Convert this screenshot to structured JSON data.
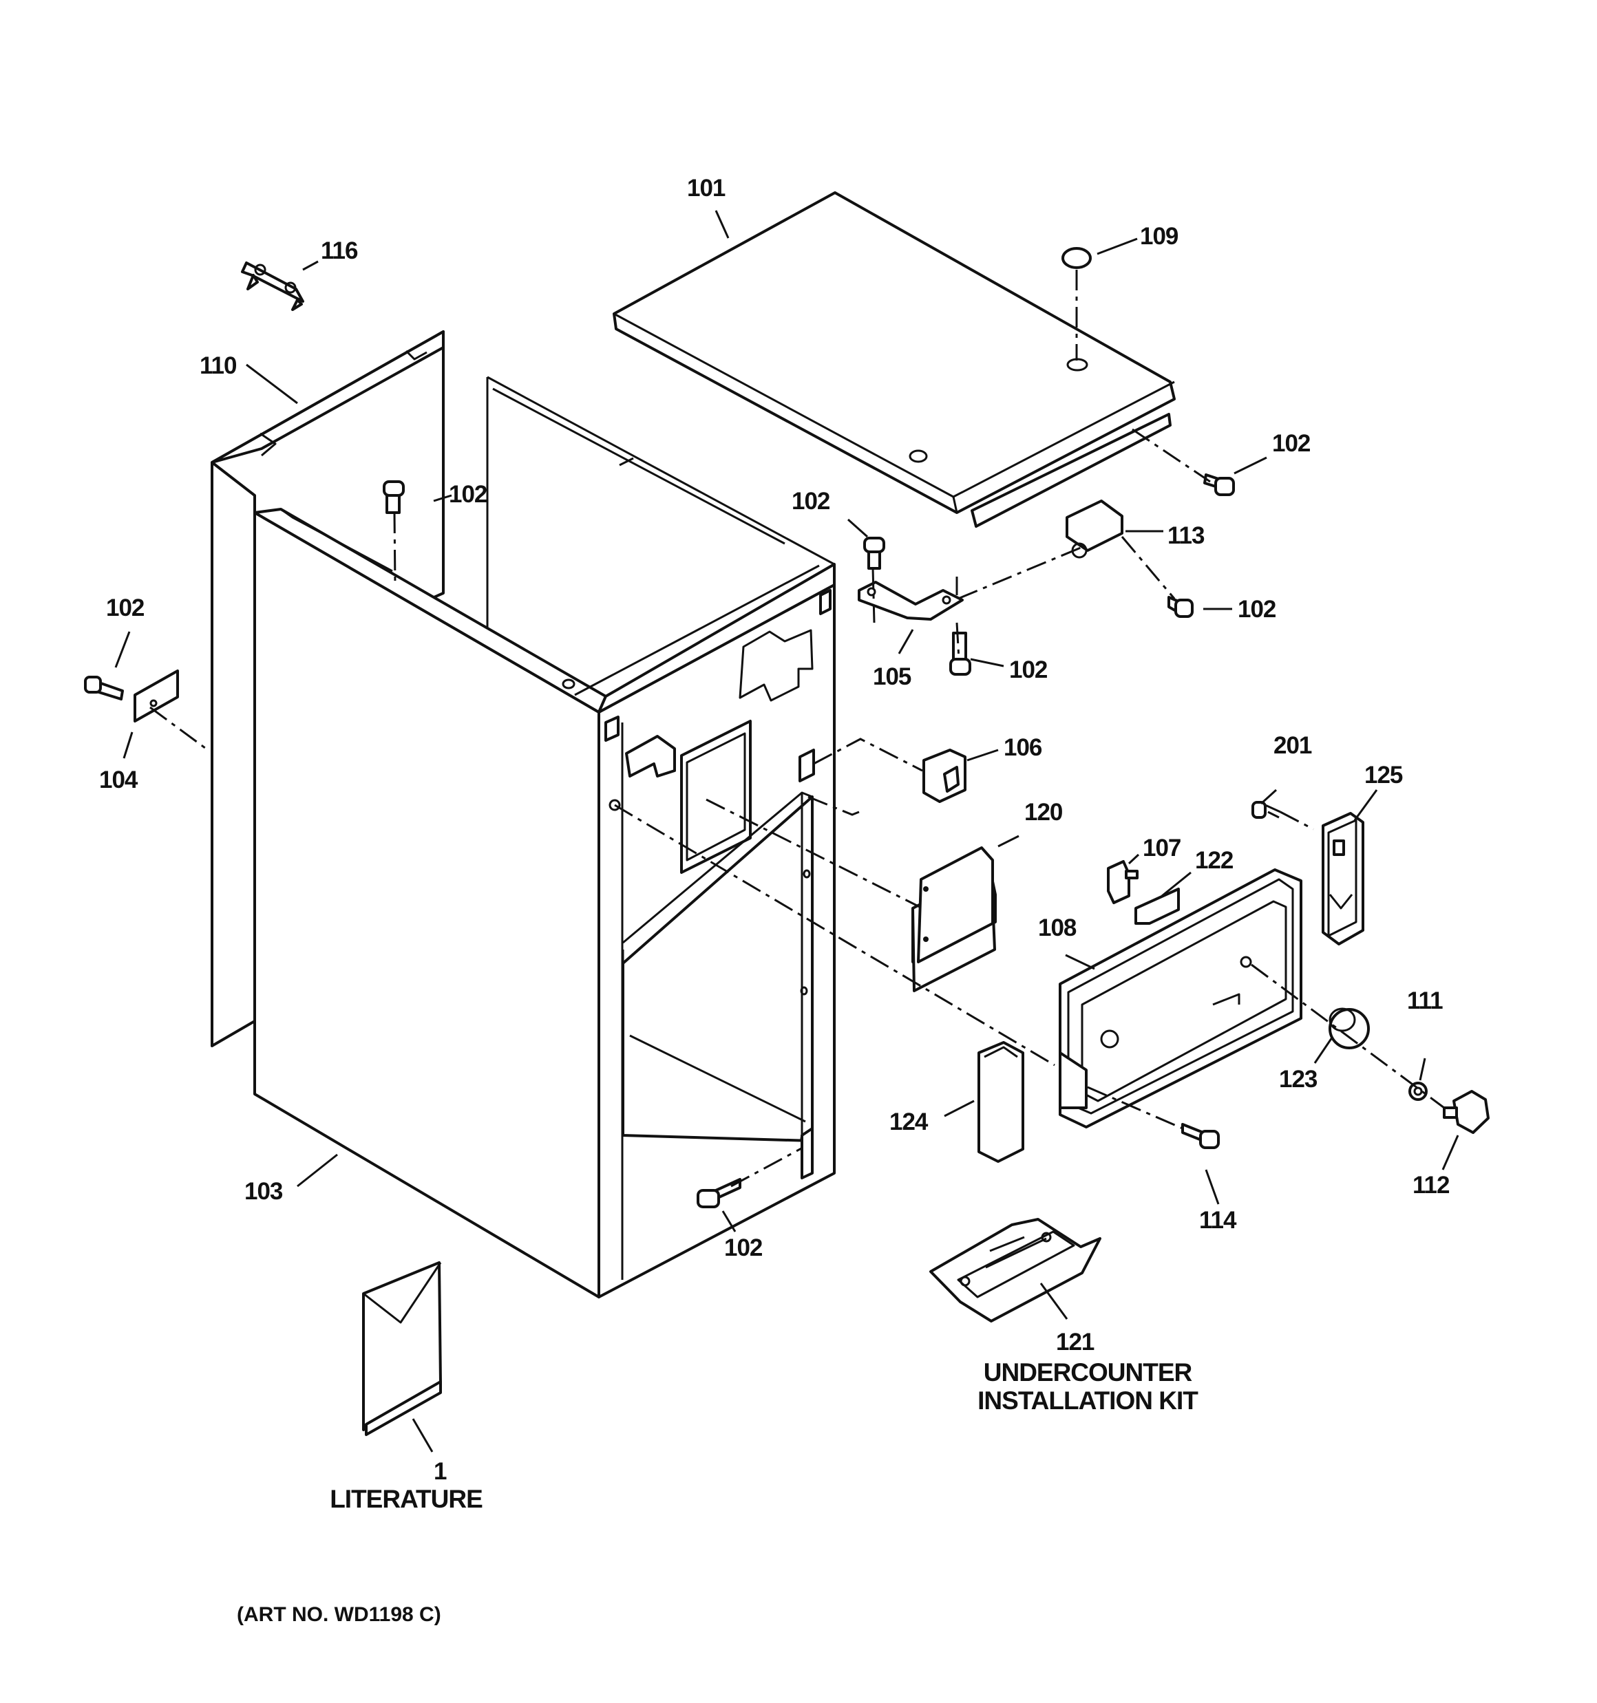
{
  "diagram": {
    "part_labels": {
      "p101": "101",
      "p109": "109",
      "p116": "116",
      "p110": "110",
      "p102_top": "102",
      "p102_right_top": "102",
      "p102_hinge": "102",
      "p113": "113",
      "p102_right_mid": "102",
      "p102_left": "102",
      "p104": "104",
      "p105": "105",
      "p102_center": "102",
      "p106": "106",
      "p201": "201",
      "p125": "125",
      "p120": "120",
      "p107": "107",
      "p122": "122",
      "p108": "108",
      "p111": "111",
      "p123": "123",
      "p124": "124",
      "p112": "112",
      "p103": "103",
      "p114": "114",
      "p102_bottom": "102",
      "p121": "121",
      "p1": "1"
    },
    "captions": {
      "kit_line1": "UNDERCOUNTER",
      "kit_line2": "INSTALLATION KIT",
      "literature": "LITERATURE"
    },
    "art_number": "(ART NO. WD1198 C)"
  }
}
